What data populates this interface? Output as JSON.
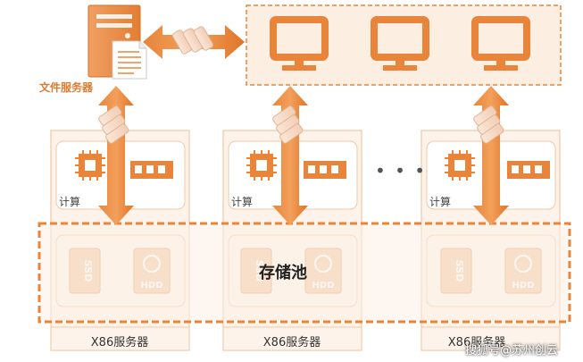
{
  "file_server": {
    "label": "文件服务器"
  },
  "compute": {
    "label": "计算"
  },
  "storage_pool": {
    "label": "存储池"
  },
  "servers": [
    {
      "label": "X86服务器"
    },
    {
      "label": "X86服务器"
    },
    {
      "label": "X86服务器"
    }
  ],
  "ellipsis": "• • •",
  "watermark": "搜狐号@苏州创云",
  "colors": {
    "accent": "#e8853a",
    "accent_light": "#fbe3cd",
    "panel": "#fdf3ea",
    "arrow_cyl": "#f6dccb"
  }
}
